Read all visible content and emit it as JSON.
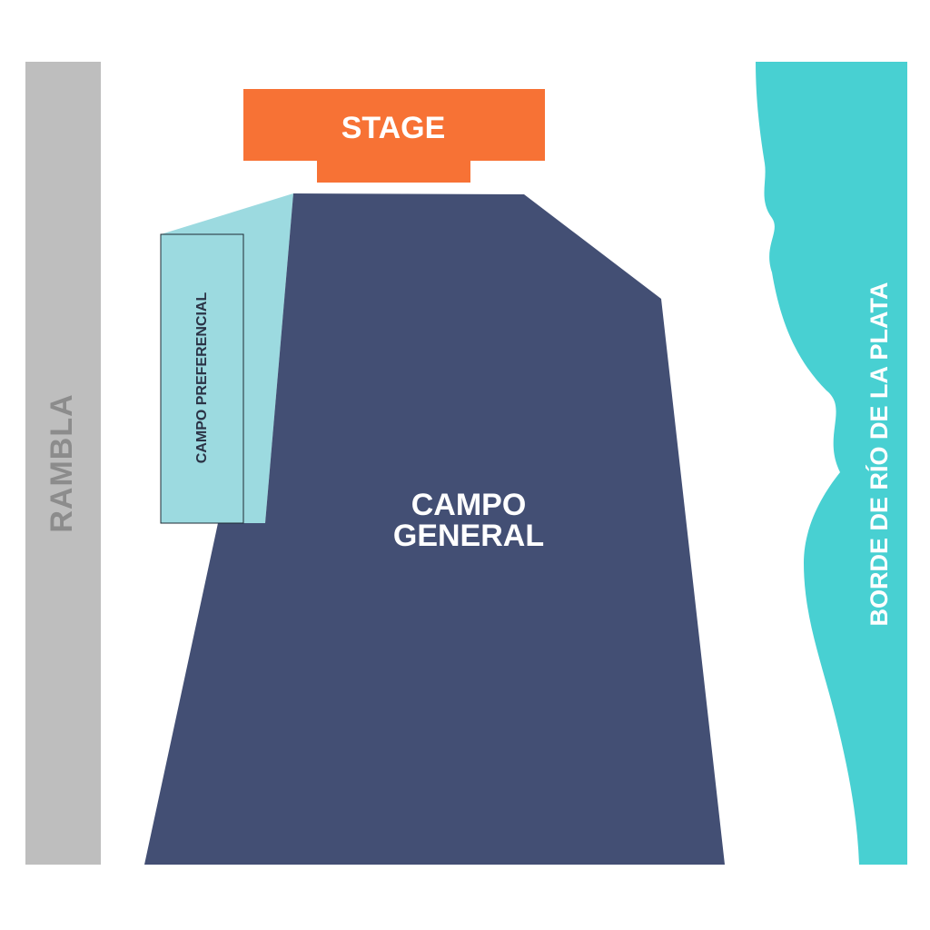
{
  "map": {
    "stage": {
      "label": "STAGE",
      "color": "#F77235"
    },
    "campo_general": {
      "label_line1": "CAMPO",
      "label_line2": "GENERAL",
      "color": "#434F74"
    },
    "campo_preferencial": {
      "label": "CAMPO PREFERENCIAL",
      "color": "#9CDAE0",
      "border_color": "#1E2A33"
    },
    "rambla": {
      "label": "RAMBLA",
      "color": "#BEBEBE",
      "text_color": "#8C8C8C"
    },
    "river": {
      "label": "BORDE DE RÍO DE LA PLATA",
      "color": "#48D0D2"
    }
  }
}
